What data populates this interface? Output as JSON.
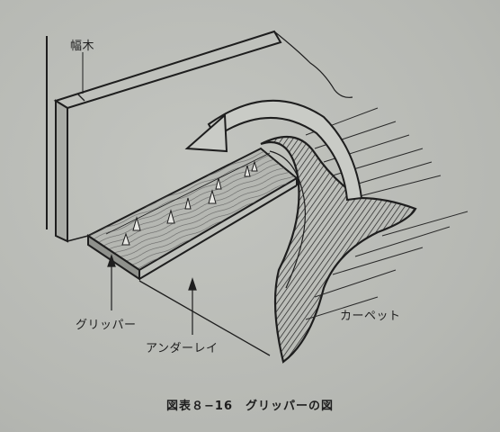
{
  "labels": {
    "baseboard": "幅木",
    "gripper": "グリッパー",
    "underlay": "アンダーレイ",
    "carpet": "カーペット"
  },
  "caption": "図表８−16　グリッパーの図",
  "colors": {
    "background": "#b9bbb6",
    "ink": "#1e1e1e",
    "wood": "#b7b9b4"
  }
}
